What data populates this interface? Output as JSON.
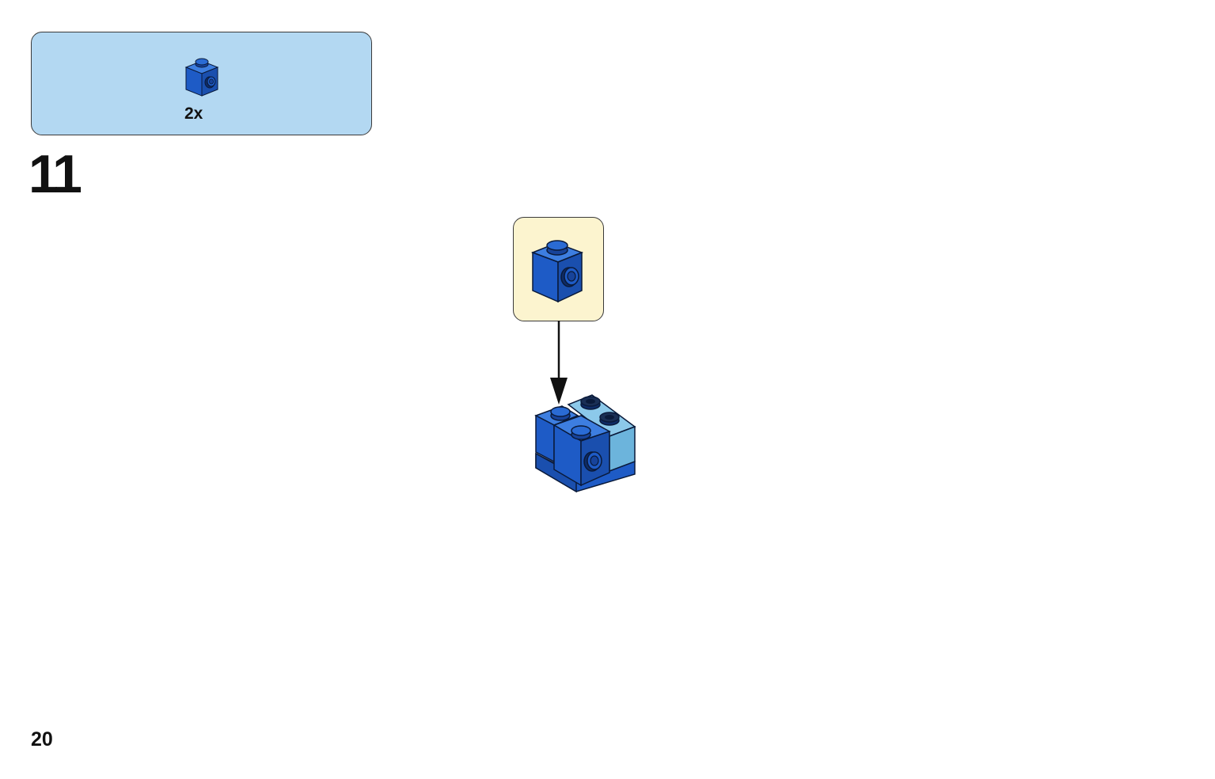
{
  "parts_list": {
    "items": [
      {
        "icon": "blue-1x1-brick-with-side-stud-icon",
        "quantity": "2x",
        "color": "#1e5bc6"
      }
    ]
  },
  "step": {
    "number": "11"
  },
  "page": {
    "number": "20"
  },
  "colors": {
    "parts_panel_bg": "#b3d8f2",
    "callout_bg": "#fcf4cf",
    "brick_blue": "#1e5bc6",
    "brick_light_blue": "#6cb4dc"
  }
}
